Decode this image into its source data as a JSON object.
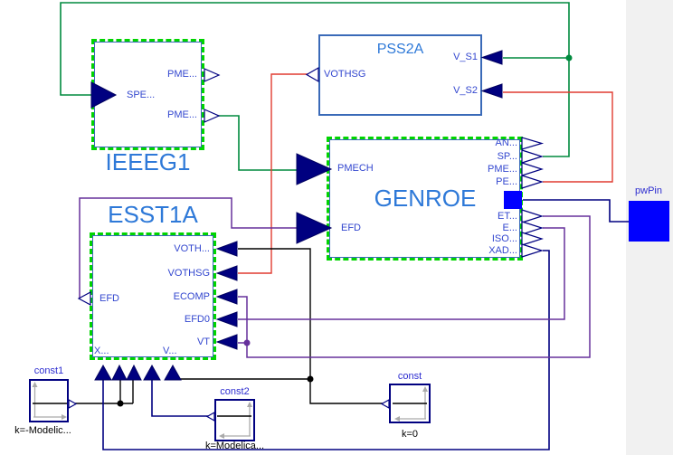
{
  "diagram": {
    "background": "#ffffff",
    "right_panel_color": "#f1f1f1",
    "colors": {
      "block_border_blue": "#3a6ab8",
      "selection_dash_green": "#00d400",
      "title_text_blue": "#2e79d8",
      "port_text_blue": "#3347cf",
      "instance_label_blue": "#2d2dd0",
      "caption_black": "#000000",
      "wire_green": "#008a3e",
      "wire_red": "#e03c31",
      "wire_black": "#000000",
      "wire_navy": "#000080",
      "wire_purple": "#66309c",
      "pin_blue": "#0000ff",
      "port_fill_navy": "#000080"
    },
    "blocks": {
      "ieeeg1": {
        "title": "IEEEG1",
        "ports": {
          "pme_out1": "PME...",
          "spe_in": "SPE...",
          "pme_out2": "PME..."
        }
      },
      "pss2a": {
        "title": "PSS2A",
        "ports": {
          "vothsg_out": "VOTHSG",
          "v_s1": "V_S1",
          "v_s2": "V_S2"
        }
      },
      "genroe": {
        "title": "GENROE",
        "ports": {
          "pmech": "PMECH",
          "efd": "EFD",
          "an": "AN...",
          "sp": "SP...",
          "pme": "PME...",
          "pe": "PE...",
          "et": "ET...",
          "e": "E...",
          "iso": "ISO...",
          "xad": "XAD..."
        }
      },
      "esst1a": {
        "title": "ESST1A",
        "ports": {
          "voth": "VOTH...",
          "vothsg": "VOTHSG",
          "ecomp": "ECOMP",
          "efd0": "EFD0",
          "vt": "VT",
          "efd_out": "EFD",
          "x_in": "X...",
          "v_in": "V..."
        }
      },
      "const1": {
        "title": "const1",
        "caption": "k=-Modelic..."
      },
      "const2": {
        "title": "const2",
        "caption": "k=Modelica..."
      },
      "const": {
        "title": "const",
        "caption": "k=0"
      },
      "pwpin": {
        "title": "pwPin"
      }
    }
  }
}
